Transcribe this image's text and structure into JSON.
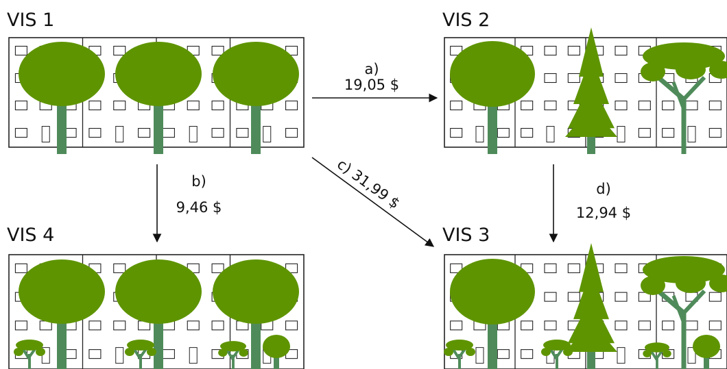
{
  "panels": {
    "vis1": {
      "title": "VIS 1"
    },
    "vis2": {
      "title": "VIS 2"
    },
    "vis3": {
      "title": "VIS 3"
    },
    "vis4": {
      "title": "VIS 4"
    }
  },
  "transitions": {
    "a": {
      "letter": "a)",
      "price": "19,05 $"
    },
    "b": {
      "letter": "b)",
      "price": "9,46 $"
    },
    "c": {
      "label": "c) 31,99 $"
    },
    "d": {
      "letter": "d)",
      "price": "12,94 $"
    }
  },
  "colors": {
    "canopy": "#5e9400",
    "trunk": "#4f8b5a",
    "building_stroke": "#222222",
    "arrow": "#111111"
  }
}
